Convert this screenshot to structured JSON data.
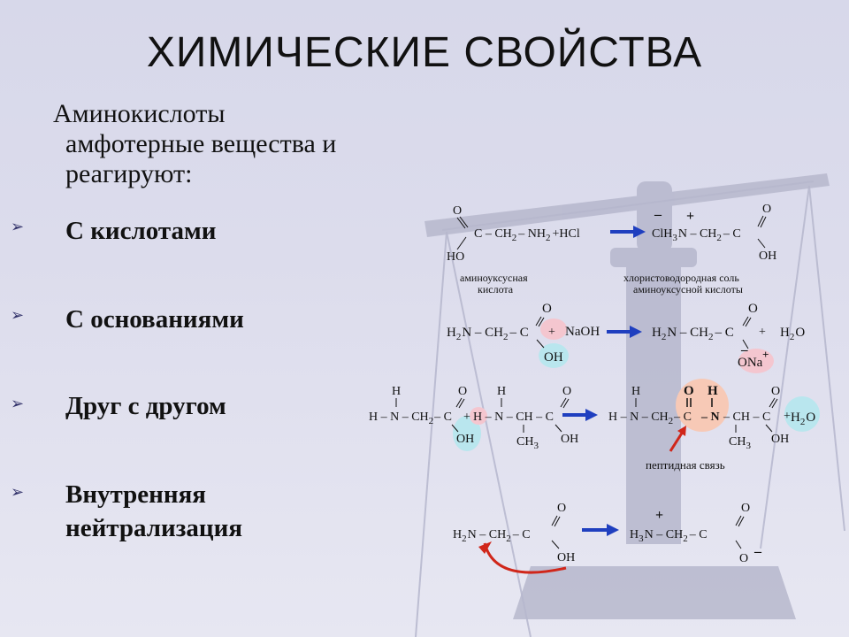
{
  "slide": {
    "title": "ХИМИЧЕСКИЕ СВОЙСТВА",
    "intro": [
      "Аминокислоты",
      "амфотерные вещества и",
      "реагируют:"
    ],
    "items": [
      "С кислотами",
      "С основаниями",
      "Друг с другом",
      "Внутренняя",
      "нейтрализация"
    ]
  },
  "reactions": {
    "r1": {
      "o_top": "O",
      "reactant": "C – CH",
      "sub2a": "2",
      "reactant_b": "– NH",
      "sub2b": "2",
      "reagent": "+HCl",
      "ho": "HO",
      "prod_a": "ClH",
      "prod_sub3": "3",
      "prod_b": "N – CH",
      "prod_sub2": "2",
      "prod_c": "– C",
      "prod_o": "O",
      "prod_oh": "OH",
      "minus": "–",
      "plus": "+",
      "caption_left_1": "аминоуксусная",
      "caption_left_2": "кислота",
      "caption_right_1": "хлористоводородная соль",
      "caption_right_2": "аминоуксусной кислоты"
    },
    "r2": {
      "h2n": "H",
      "sub2": "2",
      "n_ch": "N – CH",
      "sub2b": "2",
      "c": "– C",
      "o": "O",
      "oh": "OH",
      "plus1": "+",
      "naoh": "NaOH",
      "p_h2n": "H",
      "p_sub2": "2",
      "p_nch": "N – CH",
      "p_sub2b": "2",
      "p_c": "– C",
      "p_o": "O",
      "p_ona": "ONa",
      "plus2": "+",
      "h2o_h": "H",
      "h2o_sub": "2",
      "h2o_o": "O",
      "minus": "–",
      "plusion": "+"
    },
    "r3": {
      "h_top1": "H",
      "o_top1": "O",
      "h_top2": "H",
      "o_top2": "O",
      "left_a": "H – N – CH",
      "left_sub": "2",
      "left_c": "– C",
      "plus": "+",
      "h_n": "H – N – CH – C",
      "oh1": "OH",
      "ch3": "CH",
      "ch3_sub": "3",
      "oh2": "OH",
      "p_h": "H",
      "p_chain": "H – N – CH",
      "p_sub2": "2",
      "p_c": "– C",
      "p_n": "– N",
      "p_ch_c": "– CH – C",
      "p_o": "O",
      "p_h2": "H",
      "p_o2": "O",
      "p_ch3": "CH",
      "p_ch3_sub": "3",
      "p_oh": "OH",
      "p_plus": "+",
      "h2o_h": "H",
      "h2o_sub": "2",
      "h2o_o": "O",
      "caption": "пептидная связь"
    },
    "r4": {
      "h2n": "H",
      "sub2": "2",
      "nch": "N – CH",
      "sub2b": "2",
      "c": "– C",
      "o": "O",
      "oh": "OH",
      "p_h3n": "H",
      "p_sub3": "3",
      "p_nch": "N – CH",
      "p_sub2": "2",
      "p_c": "– C",
      "p_o": "O",
      "p_o2": "O",
      "plus": "+",
      "minus": "–"
    }
  },
  "colors": {
    "arrow_blue": "#1f3fbf",
    "arrow_red": "#d0261a",
    "caption_blue": "#1f3a8a"
  }
}
